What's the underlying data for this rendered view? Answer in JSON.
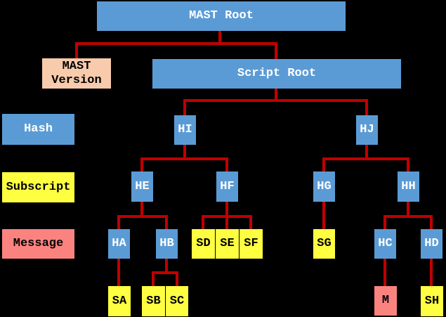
{
  "colors": {
    "background": "#000000",
    "connector": "#C00000",
    "hash_fill": "#5B9BD5",
    "hash_text": "#FFFFFF",
    "subscript_fill": "#FFFF42",
    "subscript_text": "#000000",
    "message_fill": "#FA8380",
    "message_text": "#000000",
    "version_fill": "#F8CBAD",
    "version_text": "#000000"
  },
  "legend": {
    "hash": "Hash",
    "subscript": "Subscript",
    "message": "Message"
  },
  "nodes": {
    "mast_root": "MAST Root",
    "mast_version": "MAST Version",
    "script_root": "Script Root",
    "hi": "HI",
    "hj": "HJ",
    "he": "HE",
    "hf": "HF",
    "hg": "HG",
    "hh": "HH",
    "ha": "HA",
    "hb": "HB",
    "sd": "SD",
    "se": "SE",
    "sf": "SF",
    "sg": "SG",
    "hc": "HC",
    "hd": "HD",
    "sa": "SA",
    "sb": "SB",
    "sc": "SC",
    "m": "M",
    "sh": "SH"
  },
  "edges": [
    [
      "mast_root",
      "mast_version"
    ],
    [
      "mast_root",
      "script_root"
    ],
    [
      "script_root",
      "hi"
    ],
    [
      "script_root",
      "hj"
    ],
    [
      "hi",
      "he"
    ],
    [
      "hi",
      "hf"
    ],
    [
      "hj",
      "hg"
    ],
    [
      "hj",
      "hh"
    ],
    [
      "he",
      "ha"
    ],
    [
      "he",
      "hb"
    ],
    [
      "hf",
      "sd"
    ],
    [
      "hf",
      "se"
    ],
    [
      "hf",
      "sf"
    ],
    [
      "hg",
      "sg"
    ],
    [
      "hh",
      "hc"
    ],
    [
      "hh",
      "hd"
    ],
    [
      "ha",
      "sa"
    ],
    [
      "hb",
      "sb"
    ],
    [
      "hb",
      "sc"
    ],
    [
      "hc",
      "m"
    ],
    [
      "hd",
      "sh"
    ]
  ]
}
